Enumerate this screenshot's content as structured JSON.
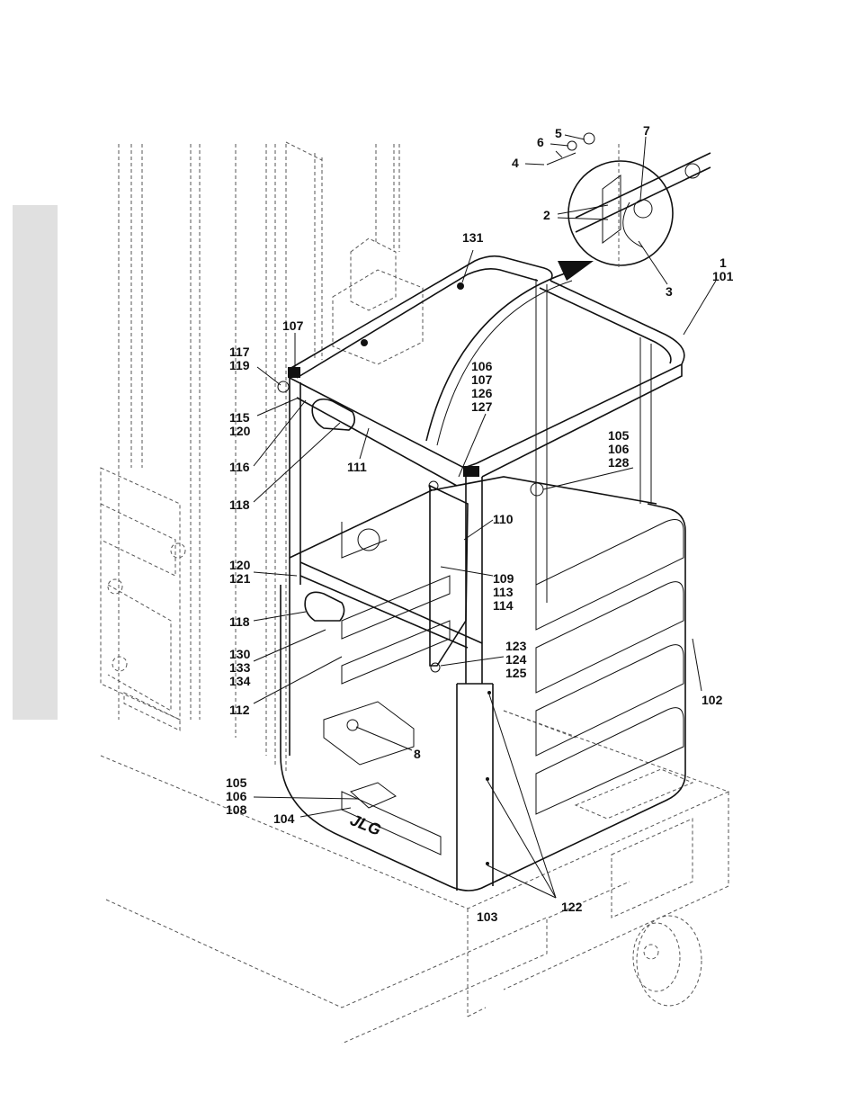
{
  "callouts": [
    {
      "id": "c5",
      "lines": [
        "5"
      ]
    },
    {
      "id": "c6",
      "lines": [
        "6"
      ]
    },
    {
      "id": "c4",
      "lines": [
        "4"
      ]
    },
    {
      "id": "c7",
      "lines": [
        "7"
      ]
    },
    {
      "id": "c2",
      "lines": [
        "2"
      ]
    },
    {
      "id": "c3",
      "lines": [
        "3"
      ]
    },
    {
      "id": "c1-101",
      "lines": [
        "1",
        "101"
      ]
    },
    {
      "id": "c131",
      "lines": [
        "131"
      ]
    },
    {
      "id": "c107",
      "lines": [
        "107"
      ]
    },
    {
      "id": "c117-119",
      "lines": [
        "117",
        "119"
      ]
    },
    {
      "id": "c115-120",
      "lines": [
        "115",
        "120"
      ]
    },
    {
      "id": "c116",
      "lines": [
        "116"
      ]
    },
    {
      "id": "c118a",
      "lines": [
        "118"
      ]
    },
    {
      "id": "c111",
      "lines": [
        "111"
      ]
    },
    {
      "id": "c106-107-126-127",
      "lines": [
        "106",
        "107",
        "126",
        "127"
      ]
    },
    {
      "id": "c105-106-128",
      "lines": [
        "105",
        "106",
        "128"
      ]
    },
    {
      "id": "c110",
      "lines": [
        "110"
      ]
    },
    {
      "id": "c120-121",
      "lines": [
        "120",
        "121"
      ]
    },
    {
      "id": "c109-113-114",
      "lines": [
        "109",
        "113",
        "114"
      ]
    },
    {
      "id": "c118b",
      "lines": [
        "118"
      ]
    },
    {
      "id": "c130-133-134",
      "lines": [
        "130",
        "133",
        "134"
      ]
    },
    {
      "id": "c123-124-125",
      "lines": [
        "123",
        "124",
        "125"
      ]
    },
    {
      "id": "c112",
      "lines": [
        "112"
      ]
    },
    {
      "id": "c102",
      "lines": [
        "102"
      ]
    },
    {
      "id": "c8",
      "lines": [
        "8"
      ]
    },
    {
      "id": "c105-106-108",
      "lines": [
        "105",
        "106",
        "108"
      ]
    },
    {
      "id": "c104",
      "lines": [
        "104"
      ]
    },
    {
      "id": "c103",
      "lines": [
        "103"
      ]
    },
    {
      "id": "c122",
      "lines": [
        "122"
      ]
    }
  ],
  "logo_text": "JLG"
}
